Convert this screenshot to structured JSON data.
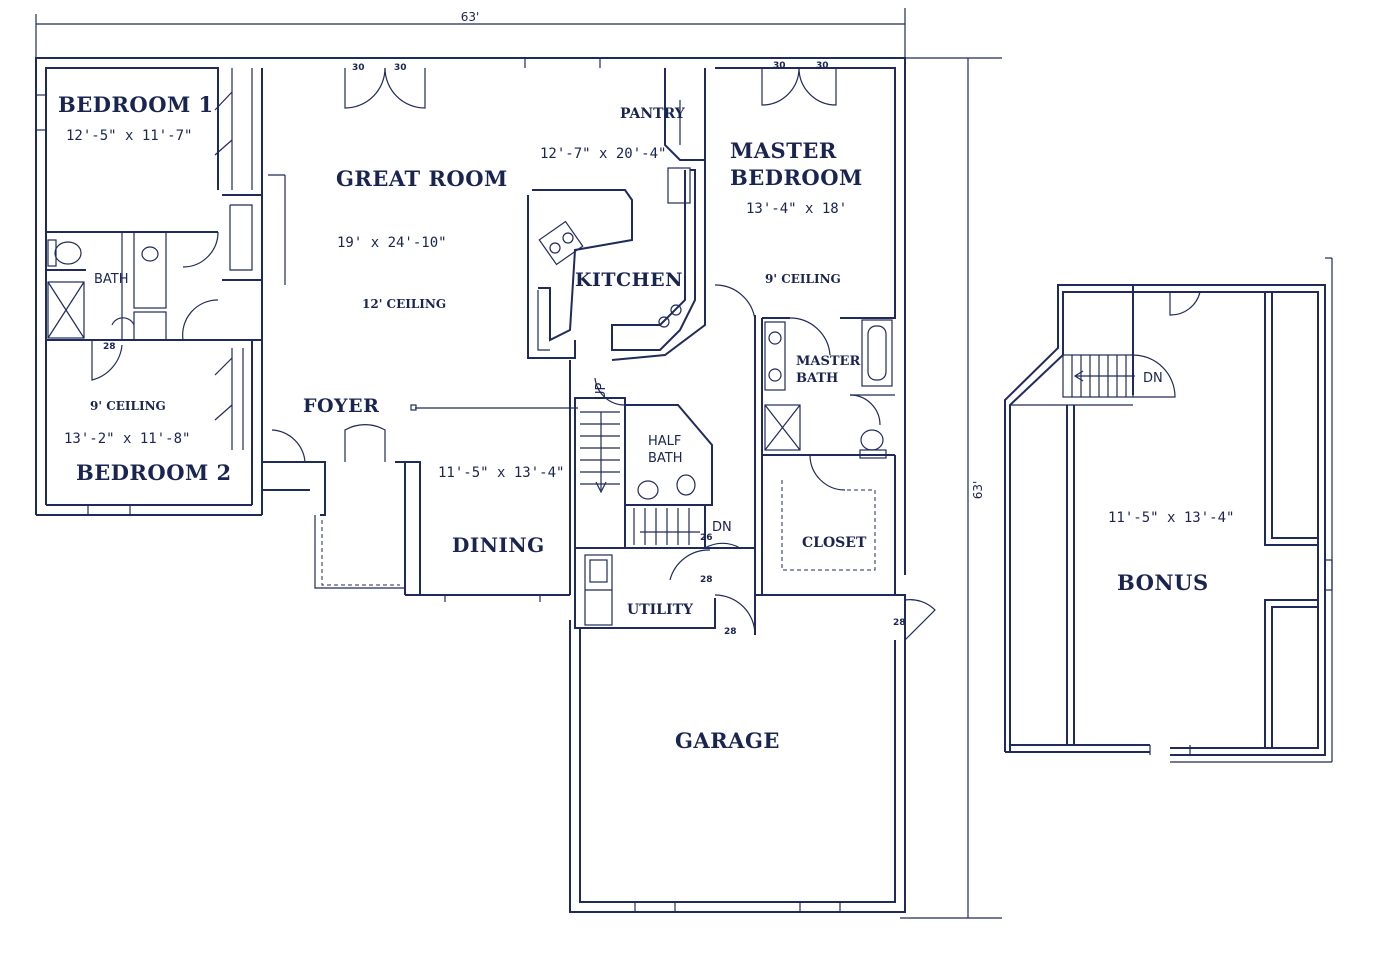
{
  "overall": {
    "width_top": "63'",
    "height_right": "63'"
  },
  "rooms": [
    {
      "id": "bedroom1",
      "name": "BEDROOM  1",
      "dims": "12'-5\" x 11'-7\""
    },
    {
      "id": "bath",
      "name": "BATH"
    },
    {
      "id": "bedroom2",
      "name": "BEDROOM  2",
      "dims": "13'-2\" x 11'-8\"",
      "ceiling": "9' CEILING"
    },
    {
      "id": "great-room",
      "name": "GREAT  ROOM",
      "dims": "19' x 24'-10\"",
      "ceiling": "12'  CEILING"
    },
    {
      "id": "foyer",
      "name": "FOYER"
    },
    {
      "id": "pantry",
      "name": "PANTRY"
    },
    {
      "id": "kitchen",
      "name": "KITCHEN",
      "dims": "12'-7\" x 20'-4\""
    },
    {
      "id": "master-bedroom",
      "name1": "MASTER",
      "name2": "BEDROOM",
      "dims": "13'-4\" x 18'",
      "ceiling": "9'  CEILING"
    },
    {
      "id": "master-bath",
      "name1": "MASTER",
      "name2": "BATH"
    },
    {
      "id": "half-bath",
      "name1": "HALF",
      "name2": "BATH"
    },
    {
      "id": "dining",
      "name": "DINING",
      "dims": "11'-5\" x 13'-4\""
    },
    {
      "id": "closet",
      "name": "CLOSET"
    },
    {
      "id": "utility",
      "name": "UTILITY"
    },
    {
      "id": "garage",
      "name": "GARAGE"
    },
    {
      "id": "bonus",
      "name": "BONUS",
      "dims": "11'-5\" x 13'-4\""
    }
  ],
  "stairs": {
    "up": "UP",
    "dn": "DN"
  },
  "door_sizes": {
    "d30": "30",
    "d28": "28",
    "d26": "26"
  }
}
